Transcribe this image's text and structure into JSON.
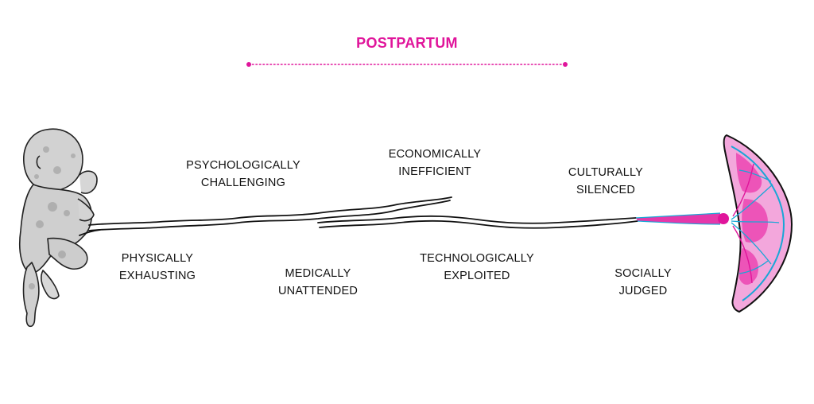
{
  "title": "POSTPARTUM",
  "colors": {
    "accent": "#e0159b",
    "vessel": "#19a6d6",
    "ink": "#111111"
  },
  "labels": [
    {
      "id": "physically-exhausting",
      "line1": "PHYSICALLY",
      "line2": "EXHAUSTING"
    },
    {
      "id": "psychologically-challenging",
      "line1": "PSYCHOLOGICALLY",
      "line2": "CHALLENGING"
    },
    {
      "id": "medically-unattended",
      "line1": "MEDICALLY",
      "line2": "UNATTENDED"
    },
    {
      "id": "economically-inefficient",
      "line1": "ECONOMICALLY",
      "line2": "INEFFICIENT"
    },
    {
      "id": "technologically-exploited",
      "line1": "TECHNOLOGICALLY",
      "line2": "EXPLOITED"
    },
    {
      "id": "culturally-silenced",
      "line1": "CULTURALLY",
      "line2": "SILENCED"
    },
    {
      "id": "socially-judged",
      "line1": "SOCIALLY",
      "line2": "JUDGED"
    }
  ]
}
